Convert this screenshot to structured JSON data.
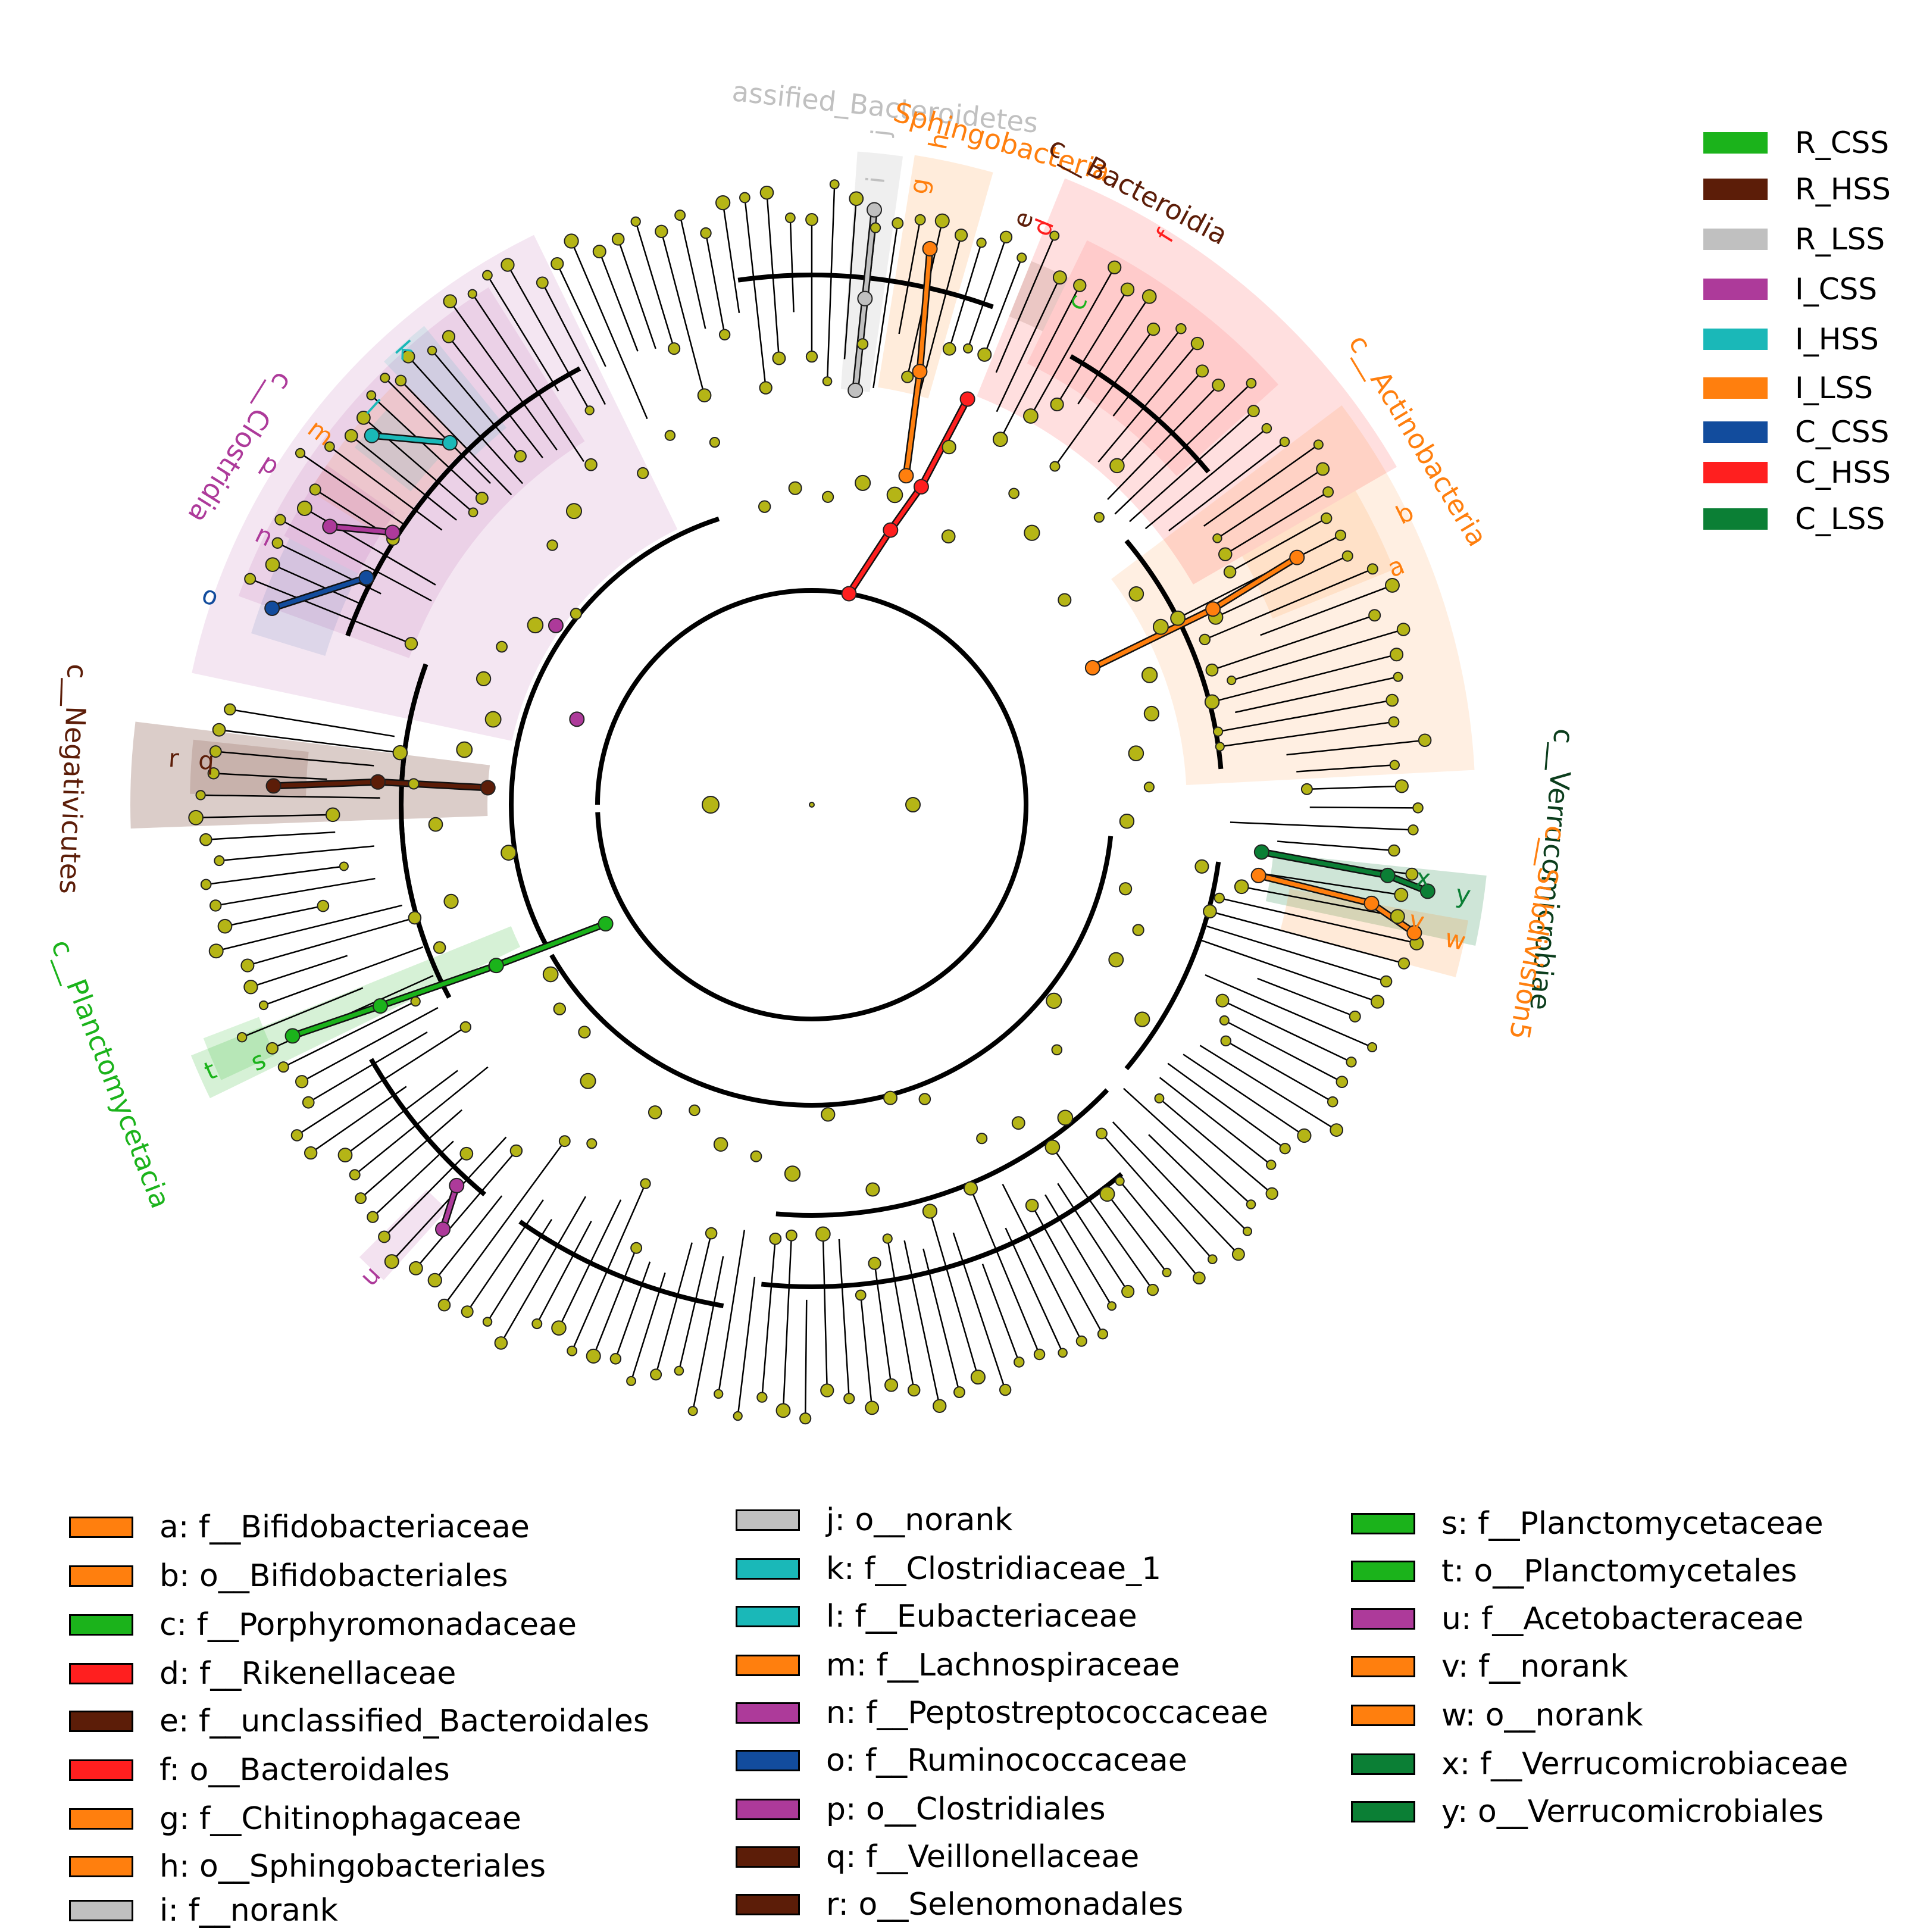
{
  "groups": [
    {
      "name": "R_CSS",
      "color": "#1bb31b"
    },
    {
      "name": "R_HSS",
      "color": "#5c1d08"
    },
    {
      "name": "R_LSS",
      "color": "#c0c0c0"
    },
    {
      "name": "I_CSS",
      "color": "#ad3a9a"
    },
    {
      "name": "I_HSS",
      "color": "#1ab8b8"
    },
    {
      "name": "I_LSS",
      "color": "#ff7f0e"
    },
    {
      "name": "C_CSS",
      "color": "#124c9d"
    },
    {
      "name": "C_HSS",
      "color": "#ff1f1f"
    },
    {
      "name": "C_LSS",
      "color": "#0b7f35"
    }
  ],
  "clades": [
    {
      "letter": "a",
      "label": "a: f__Bifidobacteriaceae",
      "color": "#ff7f0e"
    },
    {
      "letter": "b",
      "label": "b: o__Bifidobacteriales",
      "color": "#ff7f0e"
    },
    {
      "letter": "c",
      "label": "c: f__Porphyromonadaceae",
      "color": "#1bb31b"
    },
    {
      "letter": "d",
      "label": "d: f__Rikenellaceae",
      "color": "#ff1f1f"
    },
    {
      "letter": "e",
      "label": "e: f__unclassified_Bacteroidales",
      "color": "#5c1d08"
    },
    {
      "letter": "f",
      "label": "f: o__Bacteroidales",
      "color": "#ff1f1f"
    },
    {
      "letter": "g",
      "label": "g: f__Chitinophagaceae",
      "color": "#ff7f0e"
    },
    {
      "letter": "h",
      "label": "h: o__Sphingobacteriales",
      "color": "#ff7f0e"
    },
    {
      "letter": "i",
      "label": "i: f__norank",
      "color": "#c0c0c0"
    },
    {
      "letter": "j",
      "label": "j: o__norank",
      "color": "#c0c0c0"
    },
    {
      "letter": "k",
      "label": "k: f__Clostridiaceae_1",
      "color": "#1ab8b8"
    },
    {
      "letter": "l",
      "label": "l: f__Eubacteriaceae",
      "color": "#1ab8b8"
    },
    {
      "letter": "m",
      "label": "m: f__Lachnospiraceae",
      "color": "#ff7f0e"
    },
    {
      "letter": "n",
      "label": "n: f__Peptostreptococcaceae",
      "color": "#ad3a9a"
    },
    {
      "letter": "o",
      "label": "o: f__Ruminococcaceae",
      "color": "#124c9d"
    },
    {
      "letter": "p",
      "label": "p: o__Clostridiales",
      "color": "#ad3a9a"
    },
    {
      "letter": "q",
      "label": "q: f__Veillonellaceae",
      "color": "#5c1d08"
    },
    {
      "letter": "r",
      "label": "r: o__Selenomonadales",
      "color": "#5c1d08"
    },
    {
      "letter": "s",
      "label": "s: f__Planctomycetaceae",
      "color": "#1bb31b"
    },
    {
      "letter": "t",
      "label": "t: o__Planctomycetales",
      "color": "#1bb31b"
    },
    {
      "letter": "u",
      "label": "u: f__Acetobacteraceae",
      "color": "#ad3a9a"
    },
    {
      "letter": "v",
      "label": "v: f__norank",
      "color": "#ff7f0e"
    },
    {
      "letter": "w",
      "label": "w: o__norank",
      "color": "#ff7f0e"
    },
    {
      "letter": "x",
      "label": "x: f__Verrucomicrobiaceae",
      "color": "#0b7f35"
    },
    {
      "letter": "y",
      "label": "y: o__Verrucomicrobiales",
      "color": "#0b7f35"
    }
  ],
  "classes": [
    {
      "label": "c__Clostridia",
      "color": "#ad3a9a"
    },
    {
      "label": "assified_Bacteroidetes",
      "color": "#c0c0c0"
    },
    {
      "label": "Sphingobacteria",
      "color": "#ff7f0e"
    },
    {
      "label": "c__Bacteroidia",
      "color": "#5c1d08"
    },
    {
      "label": "c__Actinobacteria",
      "color": "#ff7f0e"
    },
    {
      "label": "c__Verrucomicrobiae",
      "color": "#0b3d1c"
    },
    {
      "label": "c__Subdivision5",
      "color": "#ff7f0e"
    },
    {
      "label": "c__Negativicutes",
      "color": "#5c1d08"
    },
    {
      "label": "c__Planctomycetacia",
      "color": "#1bb31b"
    }
  ]
}
